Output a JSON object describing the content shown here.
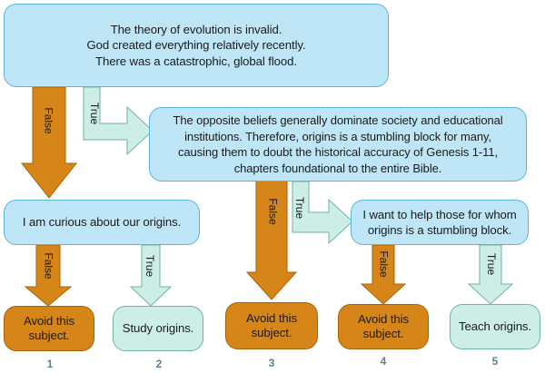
{
  "boxes": {
    "top": "The theory of evolution is invalid.\nGod created everything relatively recently.\nThere was a catastrophic, global flood.",
    "middle": "The opposite beliefs generally dominate society and educational\ninstitutions.  Therefore, origins is a stumbling block for many,\ncausing them to doubt the historical accuracy of Genesis 1-11,\nchapters foundational to the entire Bible.",
    "curious": "I am curious about our origins.",
    "help": "I want to help those for whom\norigins is a stumbling block."
  },
  "outcomes": [
    {
      "label": "Avoid this\nsubject.",
      "number": "1"
    },
    {
      "label": "Study origins.",
      "number": "2"
    },
    {
      "label": "Avoid this\nsubject.",
      "number": "3"
    },
    {
      "label": "Avoid this\nsubject.",
      "number": "4"
    },
    {
      "label": "Teach origins.",
      "number": "5"
    }
  ],
  "arrow_labels": {
    "true": "True",
    "false": "False"
  },
  "colors": {
    "blue_fill": "#bfe6f7",
    "blue_border": "#5ab4dc",
    "true_fill": "#cdeee6",
    "true_border": "#6fb3a3",
    "false_fill": "#d68518",
    "false_border": "#a86209"
  }
}
